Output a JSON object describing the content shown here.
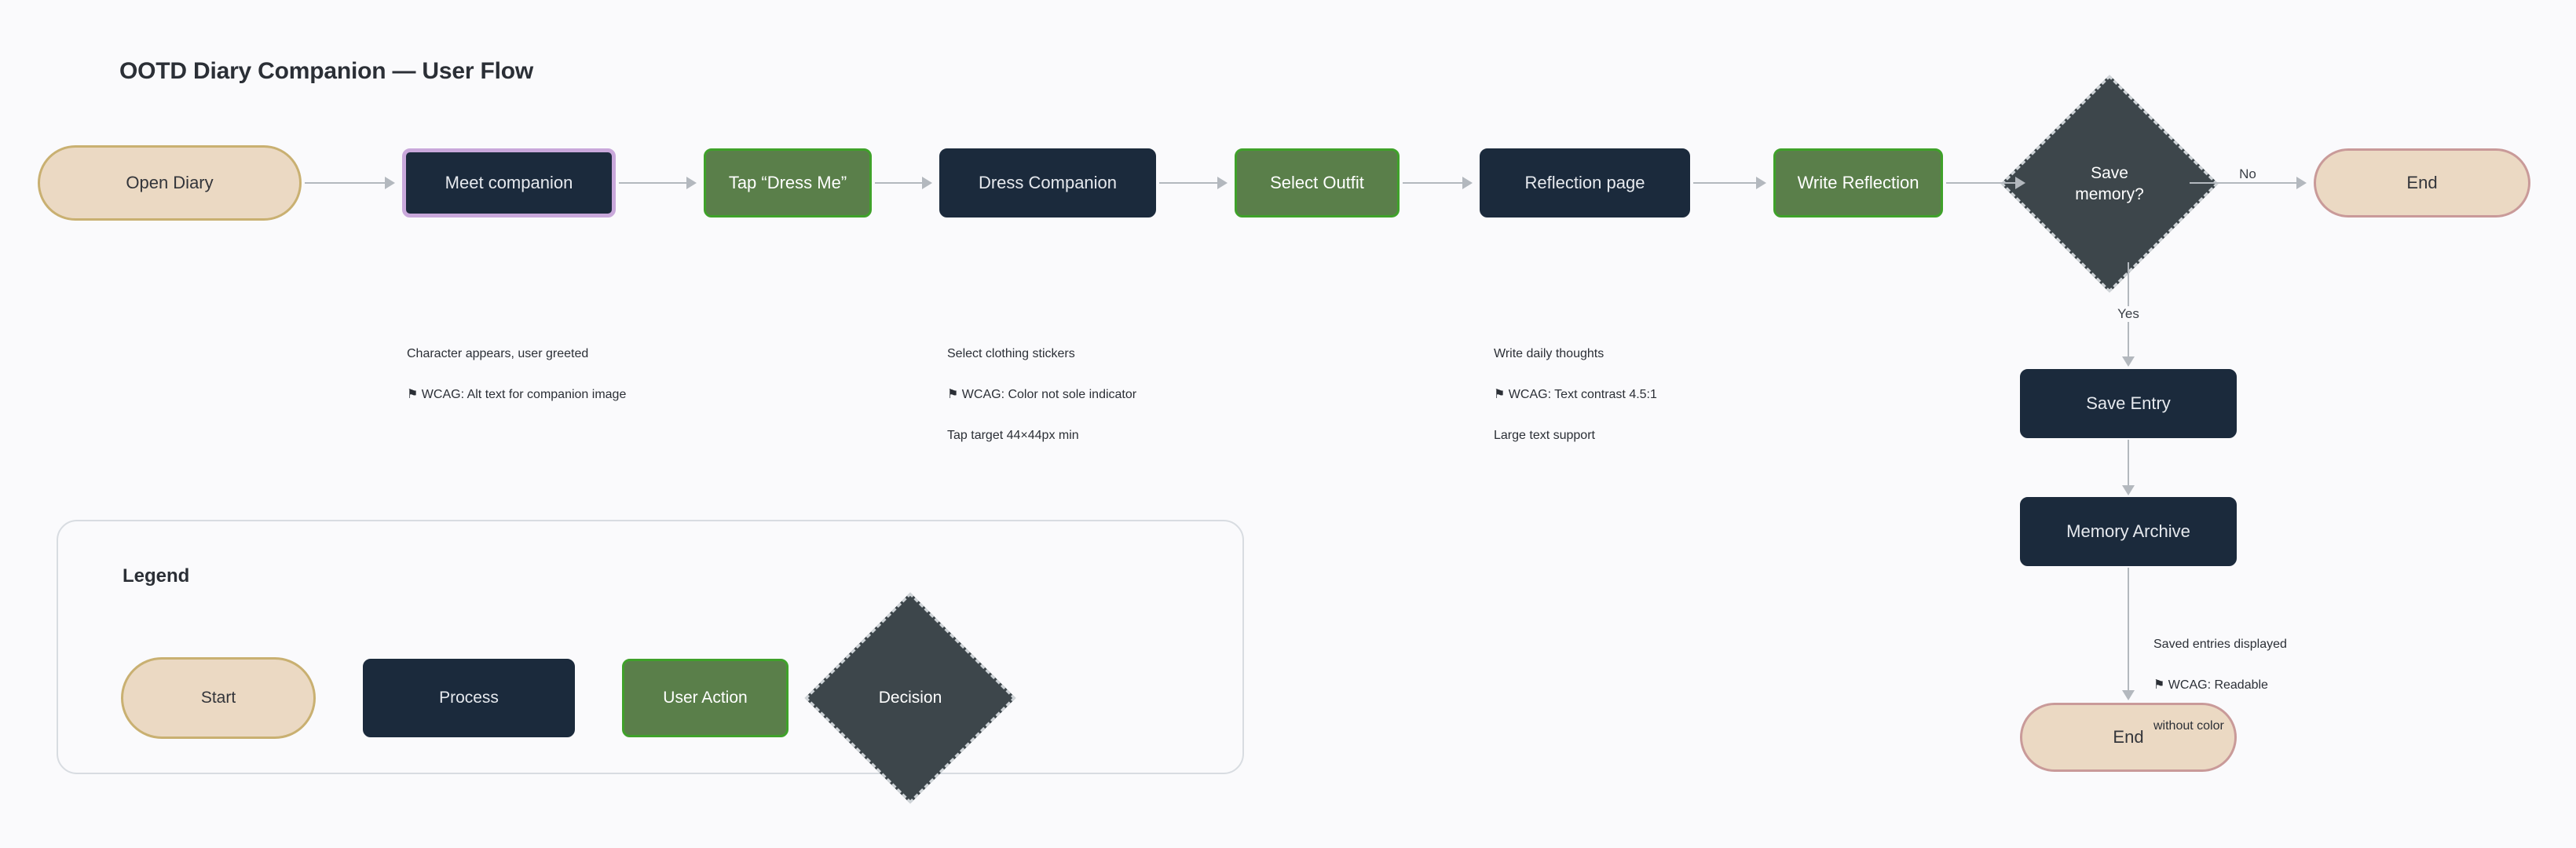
{
  "header": {
    "title": "OOTD Diary Companion — User Flow"
  },
  "flow": {
    "main_row": [
      {
        "id": "open-diary",
        "label": "Open Diary",
        "type": "start"
      },
      {
        "id": "meet-companion",
        "label": "Meet companion",
        "type": "process",
        "highlighted": true
      },
      {
        "id": "tap-dress-me",
        "label": "Tap “Dress Me”",
        "type": "action"
      },
      {
        "id": "dress-companion",
        "label": "Dress Companion",
        "type": "process"
      },
      {
        "id": "select-outfit",
        "label": "Select Outfit",
        "type": "action"
      },
      {
        "id": "reflection-page",
        "label": "Reflection page",
        "type": "process"
      },
      {
        "id": "write-reflection",
        "label": "Write Reflection",
        "type": "action"
      },
      {
        "id": "save-memory",
        "label": "Save\nmemory?",
        "type": "decision"
      },
      {
        "id": "end-no",
        "label": "End",
        "type": "end"
      }
    ],
    "branch_column": [
      {
        "id": "save-entry",
        "label": "Save Entry",
        "type": "process"
      },
      {
        "id": "memory-archive",
        "label": "Memory Archive",
        "type": "process"
      },
      {
        "id": "end-yes",
        "label": "End",
        "type": "end"
      }
    ],
    "edge_labels": {
      "no": "No",
      "yes": "Yes"
    }
  },
  "annotations": [
    {
      "id": "meet-companion-note",
      "lines": [
        "Character appears, user greeted",
        "⚑ WCAG: Alt text for companion image"
      ]
    },
    {
      "id": "dress-companion-note",
      "lines": [
        "Select clothing stickers",
        "⚑ WCAG: Color not sole indicator",
        "Tap target 44×44px min"
      ]
    },
    {
      "id": "reflection-page-note",
      "lines": [
        "Write daily thoughts",
        "⚑ WCAG: Text contrast 4.5:1",
        "Large text support"
      ]
    },
    {
      "id": "memory-archive-note",
      "lines": [
        "Saved entries displayed",
        "⚑ WCAG: Readable",
        "without color"
      ]
    }
  ],
  "legend": {
    "title": "Legend",
    "items": [
      {
        "id": "legend-start",
        "label": "Start"
      },
      {
        "id": "legend-process",
        "label": "Process"
      },
      {
        "id": "legend-action",
        "label": "User Action"
      },
      {
        "id": "legend-decision",
        "label": "Decision"
      }
    ]
  },
  "colors": {
    "background": "#FAFAFC",
    "start_fill": "#EBD9C3",
    "start_border": "#C9B071",
    "end_border": "#C99A99",
    "process_fill": "#1B2A3C",
    "action_fill": "#5A7F4A",
    "action_border": "#3FA12A",
    "decision_fill": "#3D464B",
    "decision_border": "#CFD4D8",
    "highlight_border": "#C9A8DB",
    "connector": "#B3B8BE"
  }
}
